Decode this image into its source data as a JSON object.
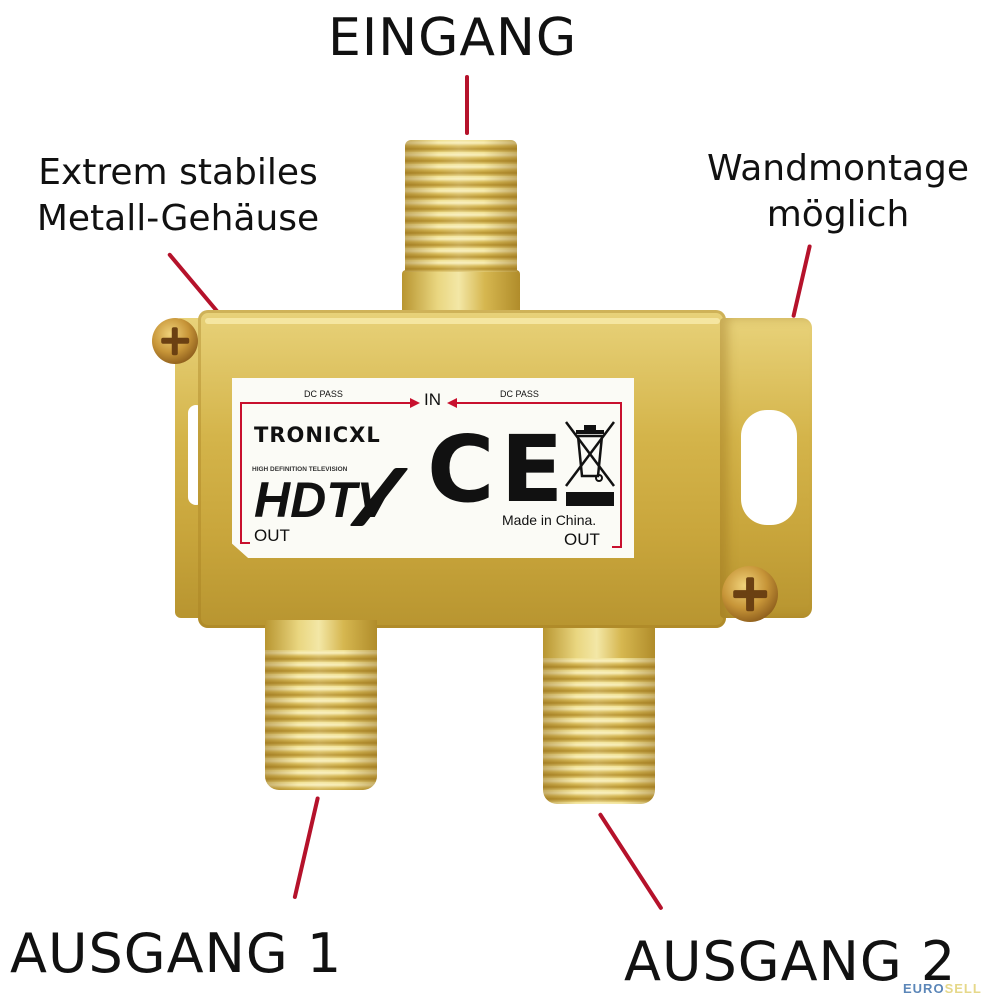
{
  "callouts": {
    "input": "EINGANG",
    "housing_line1": "Extrem stabiles",
    "housing_line2": "Metall-Gehäuse",
    "wall_mount_line1": "Wandmontage",
    "wall_mount_line2": "möglich",
    "output1": "AUSGANG 1",
    "output2": "AUSGANG 2"
  },
  "device_label": {
    "brand": "TRONICXL",
    "dc_pass_left": "DC PASS",
    "dc_pass_right": "DC PASS",
    "in": "IN",
    "out_left": "OUT",
    "out_right": "OUT",
    "hdtv_tagline": "HIGH DEFINITION TELEVISION",
    "hdtv_logo": "HDTV",
    "ce_mark": "CE",
    "origin": "Made in China.",
    "weee_icon": "crossed-out-wheelie-bin-icon"
  },
  "watermark": {
    "part1": "EURO",
    "part2": "SELL",
    "color1": "#5b86b8",
    "color2": "#e6d88a"
  },
  "colors": {
    "leader_line": "#b5122b",
    "label_border": "#c8102e",
    "brass": "#d4b44a"
  }
}
